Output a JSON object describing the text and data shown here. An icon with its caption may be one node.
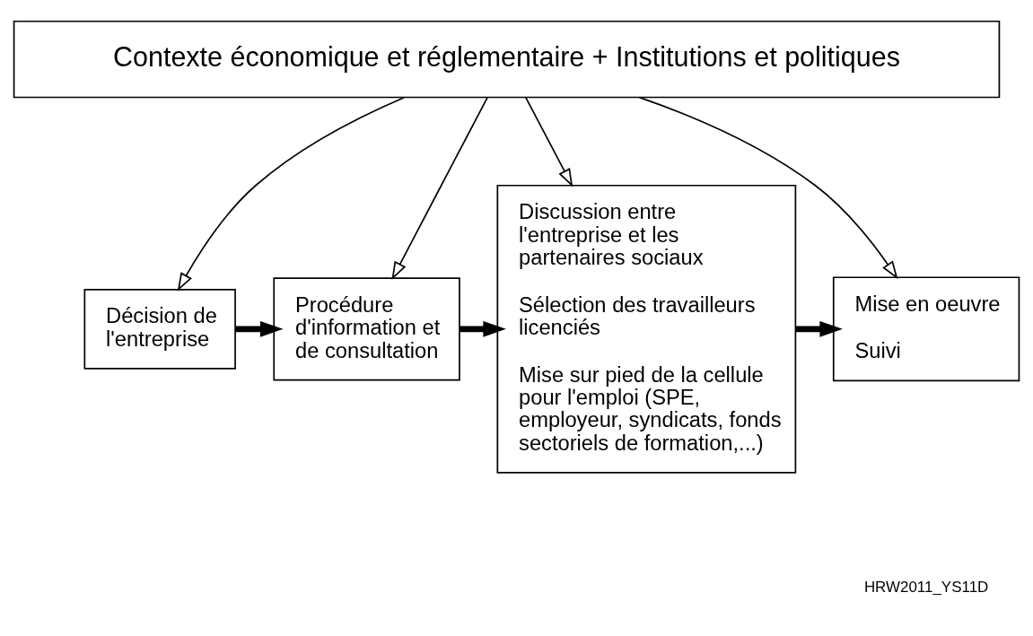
{
  "diagram": {
    "nodes": [
      {
        "text": [
          "Contexte économique et réglementaire + Institutions et politiques"
        ]
      },
      {
        "text": [
          "Décision de l'entreprise"
        ]
      },
      {
        "text": [
          "Procédure d'information et de consultation"
        ]
      },
      {
        "text": [
          "Discussion entre l'entreprise et les partenaires sociaux",
          "Sélection des travailleurs licenciés",
          "Mise sur pied de la cellule pour l'emploi (SPE, employeur, syndicats, fonds sectoriels de formation,...)"
        ]
      },
      {
        "text": [
          "Mise en oeuvre",
          "Suivi"
        ]
      }
    ],
    "edges": [
      {
        "from": 0,
        "to": 1,
        "arrow": "to"
      },
      {
        "from": 0,
        "to": 2,
        "arrow": "to"
      },
      {
        "from": 0,
        "to": 3,
        "arrow": "to"
      },
      {
        "from": 0,
        "to": 4,
        "arrow": "to"
      },
      {
        "from": 1,
        "to": 2,
        "arrow": "to",
        "style": "thick"
      },
      {
        "from": 2,
        "to": 3,
        "arrow": "to",
        "style": "thick"
      },
      {
        "from": 3,
        "to": 4,
        "arrow": "to",
        "style": "thick"
      }
    ],
    "labels": [
      "HRW2011_YS11D"
    ]
  }
}
